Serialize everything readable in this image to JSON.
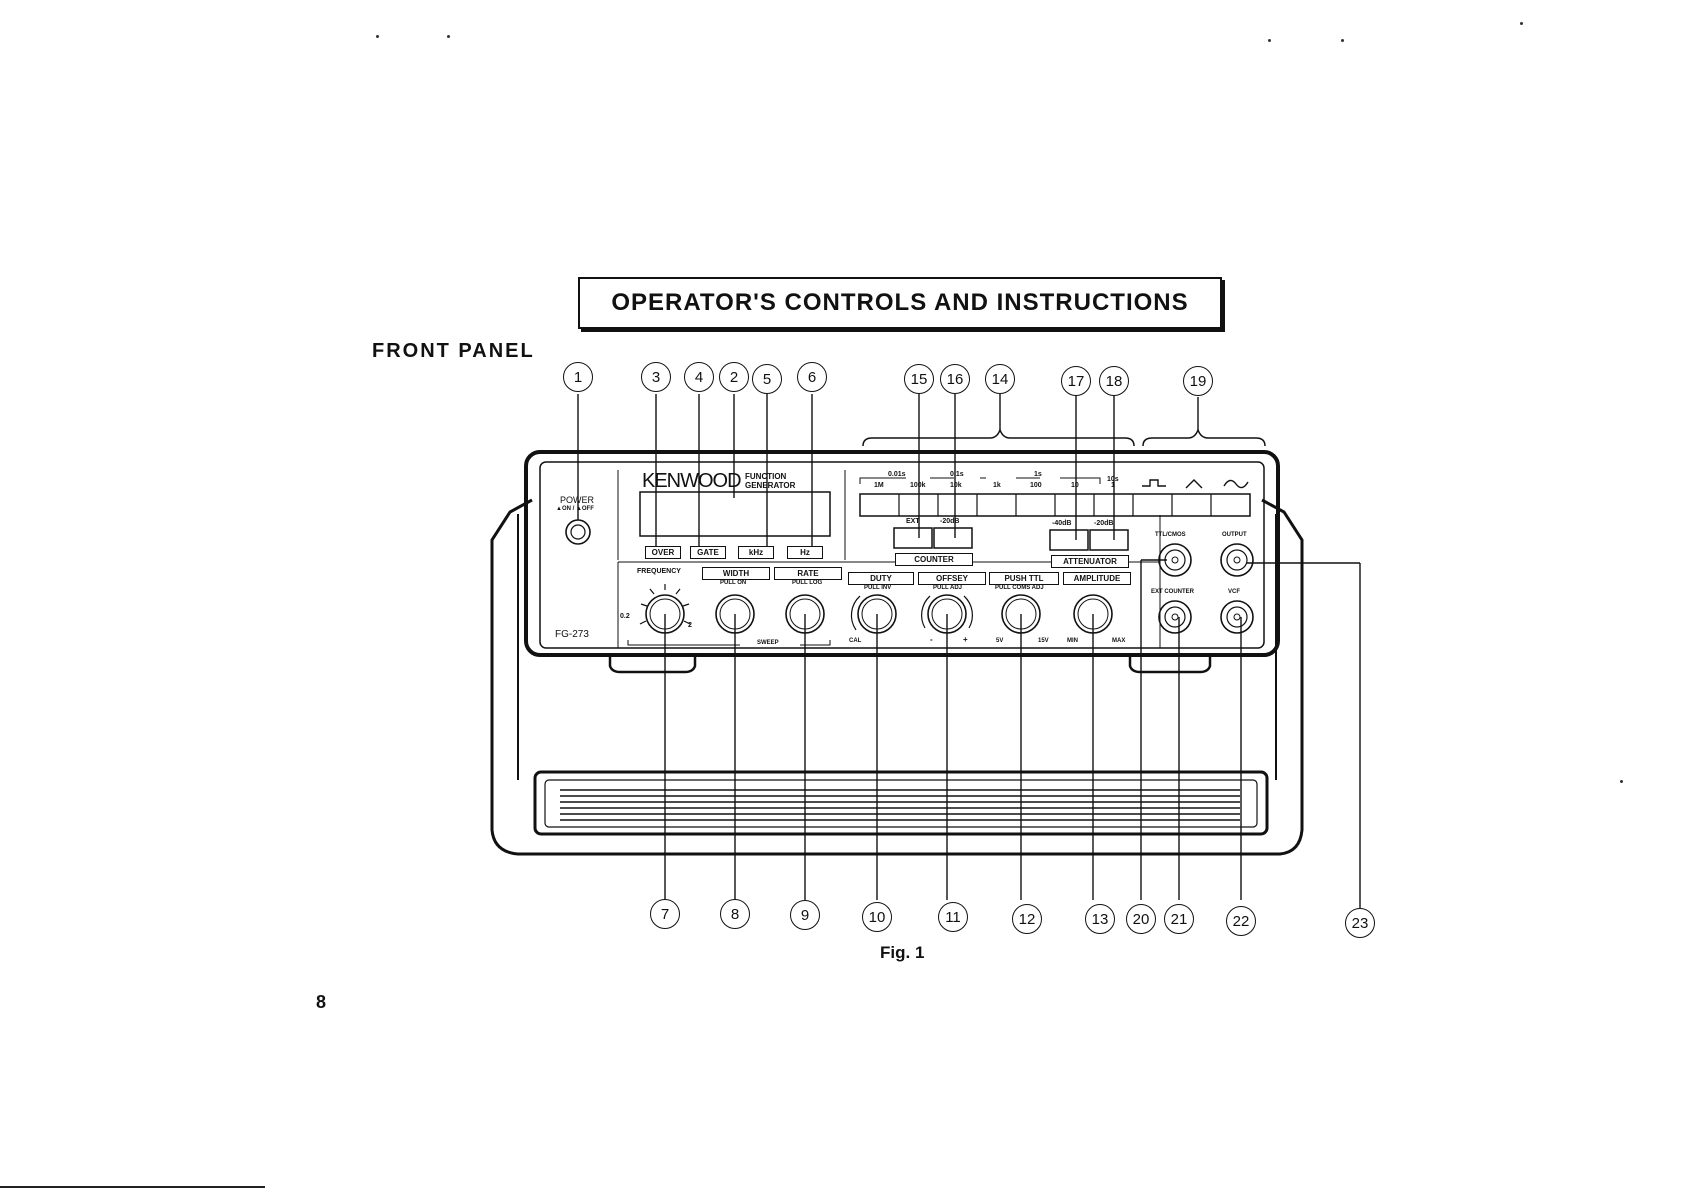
{
  "header": {
    "title": "OPERATOR'S CONTROLS AND INSTRUCTIONS",
    "section": "FRONT PANEL"
  },
  "caption": "Fig. 1",
  "page_number": "8",
  "callouts": {
    "c1": "1",
    "c2": "2",
    "c3": "3",
    "c4": "4",
    "c5": "5",
    "c6": "6",
    "c7": "7",
    "c8": "8",
    "c9": "9",
    "c10": "10",
    "c11": "11",
    "c12": "12",
    "c13": "13",
    "c14": "14",
    "c15": "15",
    "c16": "16",
    "c17": "17",
    "c18": "18",
    "c19": "19",
    "c20": "20",
    "c21": "21",
    "c22": "22",
    "c23": "23"
  },
  "panel": {
    "brand": "KENWOOD",
    "product_line1": "FUNCTION",
    "product_line2": "GENERATOR",
    "model": "FG-273",
    "power": "POWER",
    "power_sub": "▲ON / ▲OFF",
    "over": "OVER",
    "gate": "GATE",
    "khz": "kHz",
    "hz": "Hz",
    "frequency": "FREQUENCY",
    "freq_min": "0.2",
    "freq_max": "2",
    "width": "WIDTH",
    "width_sub": "PULL ON",
    "rate": "RATE",
    "rate_sub": "PULL LOG",
    "sweep": "SWEEP",
    "duty": "DUTY",
    "duty_sub": "PULL INV",
    "duty_cal": "CAL",
    "offset": "OFFSEY",
    "offset_sub": "PULL ADJ",
    "offset_minus": "-",
    "offset_plus": "+",
    "push_ttl": "PUSH TTL",
    "push_ttl_sub": "PULL COMS ADJ",
    "v5": "5V",
    "v15": "15V",
    "amplitude": "AMPLITUDE",
    "amp_min": "MIN",
    "amp_max": "MAX",
    "range_top": [
      "0.01s",
      "0.1s",
      "1s",
      "10s"
    ],
    "range_bottom": [
      "1M",
      "100k",
      "10k",
      "1k",
      "100",
      "10",
      "1"
    ],
    "ext": "EXT",
    "minus20": "-20dB",
    "counter": "COUNTER",
    "minus40": "-40dB",
    "minus20b": "-20dB",
    "attenuator": "ATTENUATOR",
    "ttl_cmos": "TTL/CMOS",
    "output": "OUTPUT",
    "ext_counter": "EXT COUNTER",
    "vcf": "VCF"
  }
}
